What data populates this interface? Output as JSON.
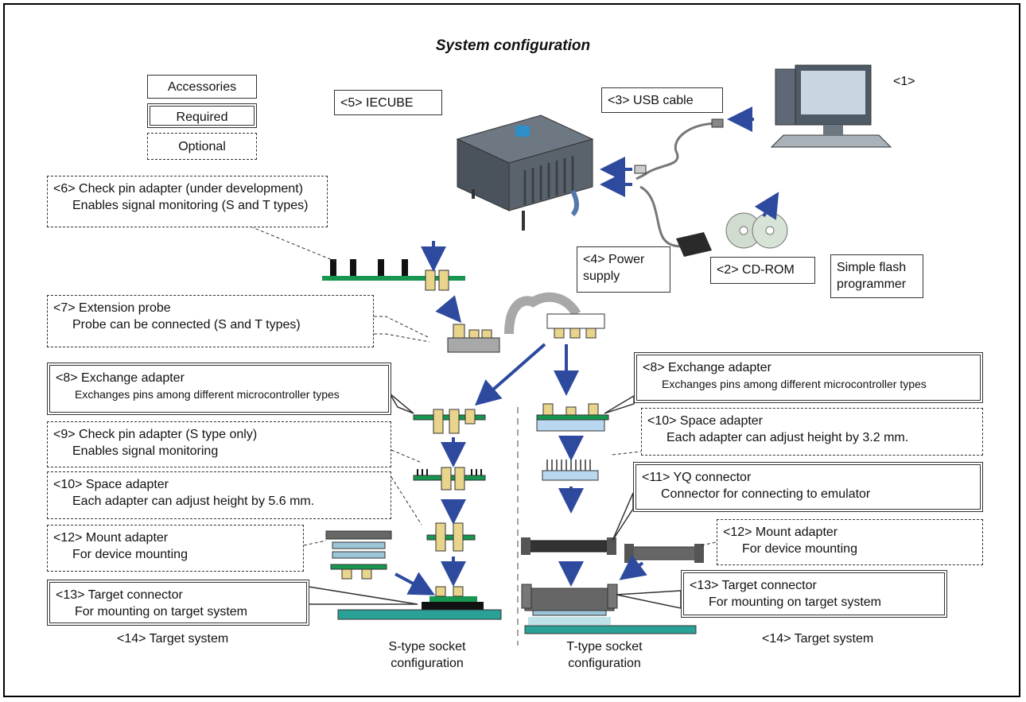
{
  "title": "System configuration",
  "legend": {
    "accessories": "Accessories",
    "required": "Required",
    "optional": "Optional"
  },
  "items": {
    "pc": "<1>",
    "cdrom": "<2> CD-ROM",
    "usb_cable": "<3> USB cable",
    "power_supply": [
      "<4> Power",
      "supply"
    ],
    "iecube": "<5> IECUBE",
    "simple_flash": [
      "Simple flash",
      "programmer"
    ],
    "check_pin_6": {
      "title": "<6> Check pin adapter (under development)",
      "desc": "Enables signal monitoring (S and T types)"
    },
    "extension_probe": {
      "title": "<7> Extension probe",
      "desc": "Probe can be connected (S and T types)"
    },
    "exchange_left": {
      "title": "<8> Exchange adapter",
      "desc": "Exchanges pins among different microcontroller types"
    },
    "exchange_right": {
      "title": "<8> Exchange adapter",
      "desc": "Exchanges pins among different microcontroller types"
    },
    "check_pin_9": {
      "title": "<9> Check pin adapter (S type only)",
      "desc": "Enables signal monitoring"
    },
    "space_left": {
      "title": "<10> Space adapter",
      "desc": "Each adapter can adjust height by 5.6 mm."
    },
    "space_right": {
      "title": "<10> Space adapter",
      "desc": "Each adapter can adjust height by 3.2 mm."
    },
    "yq_connector": {
      "title": "<11> YQ connector",
      "desc": "Connector for connecting to emulator"
    },
    "mount_left": {
      "title": "<12> Mount adapter",
      "desc": "For device mounting"
    },
    "mount_right": {
      "title": "<12> Mount adapter",
      "desc": "For device mounting"
    },
    "target_left": {
      "title": "<13> Target connector",
      "desc": "For mounting on target system"
    },
    "target_right": {
      "title": "<13> Target connector",
      "desc": "For mounting on target system"
    },
    "target_system_left": "<14> Target system",
    "target_system_right": "<14> Target system",
    "s_socket": [
      "S-type socket",
      "configuration"
    ],
    "t_socket": [
      "T-type socket",
      "configuration"
    ]
  },
  "colors": {
    "arrow": "#2e4a9e",
    "board": "#17964f",
    "pin": "#e9d48c",
    "socket_base": "#2aa197",
    "adapter_gray": "#a8a8a8",
    "adapter_blue": "#b9d7ee"
  }
}
